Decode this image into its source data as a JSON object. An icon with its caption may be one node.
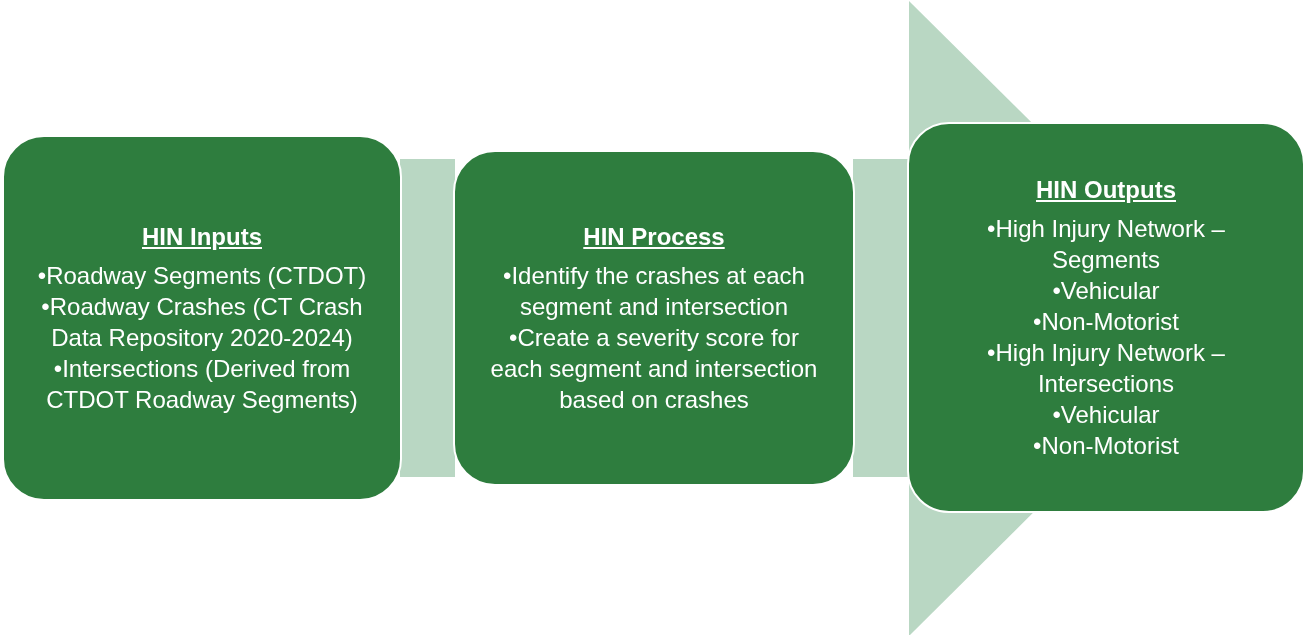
{
  "diagram": {
    "nodes": [
      {
        "text": [
          "HIN Inputs",
          "•Roadway Segments (CTDOT)",
          "•Roadway Crashes (CT Crash Data Repository 2020-2024)",
          "•Intersections (Derived from CTDOT Roadway Segments)"
        ]
      },
      {
        "text": [
          "HIN Process",
          "•Identify the crashes at each segment and intersection",
          "•Create a severity score for each segment and intersection based on crashes"
        ]
      },
      {
        "text": [
          "HIN Outputs",
          "•High Injury Network – Segments",
          "•Vehicular",
          "•Non-Motorist",
          "•High Injury Network – Intersections",
          "•Vehicular",
          "•Non-Motorist"
        ]
      }
    ],
    "edges": [
      {
        "from": 0,
        "to": 1,
        "arrow": "none"
      },
      {
        "from": 1,
        "to": 2,
        "arrow": "to"
      }
    ]
  }
}
